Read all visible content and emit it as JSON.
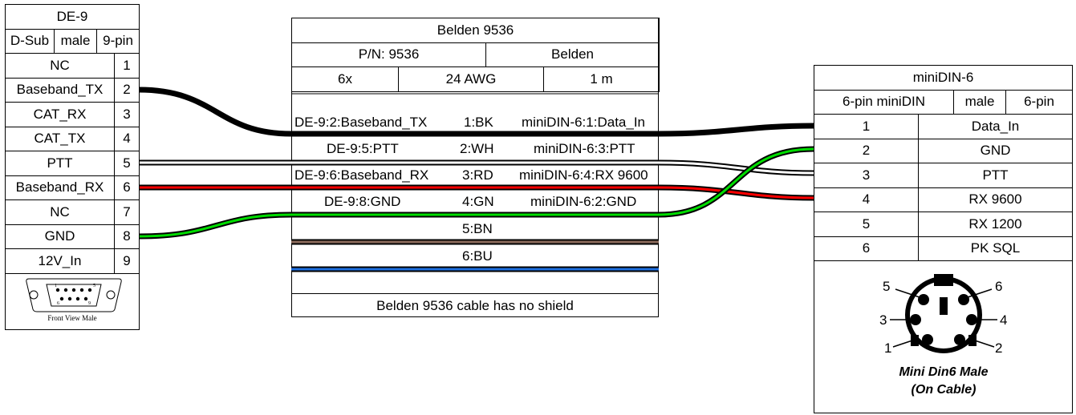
{
  "de9": {
    "title": "DE-9",
    "attrs": [
      "D-Sub",
      "male",
      "9-pin"
    ],
    "pins": [
      {
        "label": "NC",
        "num": "1"
      },
      {
        "label": "Baseband_TX",
        "num": "2"
      },
      {
        "label": "CAT_RX",
        "num": "3"
      },
      {
        "label": "CAT_TX",
        "num": "4"
      },
      {
        "label": "PTT",
        "num": "5"
      },
      {
        "label": "Baseband_RX",
        "num": "6"
      },
      {
        "label": "NC",
        "num": "7"
      },
      {
        "label": "GND",
        "num": "8"
      },
      {
        "label": "12V_In",
        "num": "9"
      }
    ],
    "caption": "Front View Male",
    "face_pins_top": "1 5",
    "face_pins_bottom": "6 9"
  },
  "cable": {
    "title": "Belden 9536",
    "pn": "P/N: 9536",
    "manufacturer": "Belden",
    "count": "6x",
    "gauge": "24 AWG",
    "length": "1 m",
    "wires": [
      {
        "left": "DE-9:2:Baseband_TX",
        "mid": "1:BK",
        "right": "miniDIN-6:1:Data_In",
        "color": "#000000"
      },
      {
        "left": "DE-9:5:PTT",
        "mid": "2:WH",
        "right": "miniDIN-6:3:PTT",
        "color": "#ffffff"
      },
      {
        "left": "DE-9:6:Baseband_RX",
        "mid": "3:RD",
        "right": "miniDIN-6:4:RX 9600",
        "color": "#ff0000"
      },
      {
        "left": "DE-9:8:GND",
        "mid": "4:GN",
        "right": "miniDIN-6:2:GND",
        "color": "#00dd00"
      },
      {
        "left": "",
        "mid": "5:BN",
        "right": "",
        "color": "#8b6a5c"
      },
      {
        "left": "",
        "mid": "6:BU",
        "right": "",
        "color": "#1e6fe0"
      }
    ],
    "note": "Belden 9536 cable has no shield"
  },
  "minidin": {
    "title": "miniDIN-6",
    "attrs": [
      "6-pin miniDIN",
      "male",
      "6-pin"
    ],
    "pins": [
      {
        "num": "1",
        "label": "Data_In"
      },
      {
        "num": "2",
        "label": "GND"
      },
      {
        "num": "3",
        "label": "PTT"
      },
      {
        "num": "4",
        "label": "RX 9600"
      },
      {
        "num": "5",
        "label": "RX 1200"
      },
      {
        "num": "6",
        "label": "PK SQL"
      }
    ],
    "caption_line1": "Mini Din6 Male",
    "caption_line2": "(On Cable)",
    "face_labels": [
      "5",
      "6",
      "3",
      "4",
      "1",
      "2"
    ]
  }
}
